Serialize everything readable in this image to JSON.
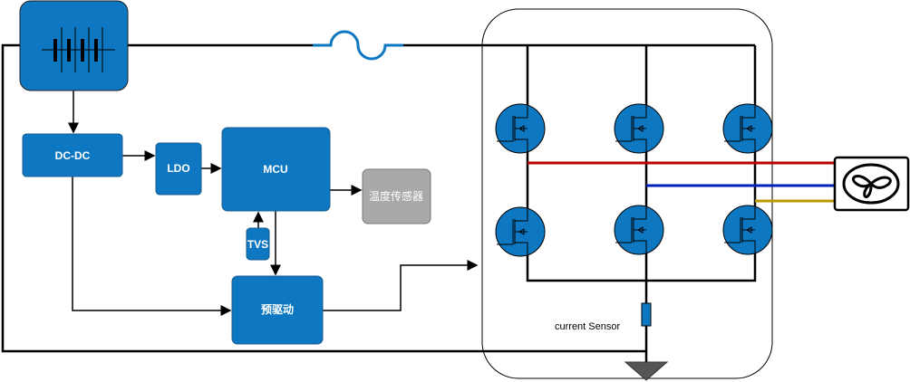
{
  "blocks": {
    "dcdc": "DC-DC",
    "ldo": "LDO",
    "mcu": "MCU",
    "temp_sensor": "温度传感器",
    "tvs": "TVS",
    "predriver": "预驱动"
  },
  "current_sensor_label": "current Sensor",
  "colors": {
    "block": "#0D77C1",
    "temp_sensor": "#A9A9A9",
    "phase_a": "#BB0000",
    "phase_b": "#0022BB",
    "phase_c": "#BB9900"
  },
  "icons": [
    "battery-icon",
    "fuse-icon",
    "mosfet-icon",
    "fan-icon",
    "ground-icon"
  ]
}
